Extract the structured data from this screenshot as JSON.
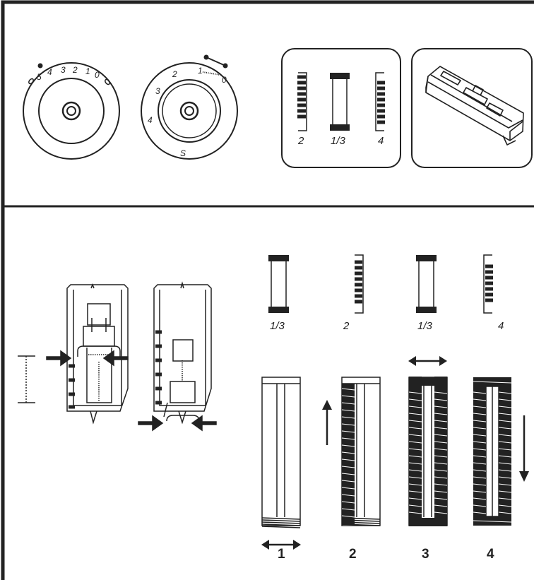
{
  "dials": {
    "left": {
      "numbers": [
        "5",
        "4",
        "3",
        "2",
        "1",
        "0"
      ]
    },
    "right": {
      "numbers": [
        "1",
        "0",
        "2",
        "3",
        "4",
        "S"
      ]
    }
  },
  "top_panel": {
    "labels": [
      "2",
      "1/3",
      "4"
    ]
  },
  "steps": {
    "stitch_labels": [
      "1/3",
      "2",
      "1/3",
      "4"
    ],
    "numbers": [
      "1",
      "2",
      "3",
      "4"
    ]
  },
  "colors": {
    "ink": "#222222",
    "border": "#222222",
    "background": "#ffffff"
  }
}
